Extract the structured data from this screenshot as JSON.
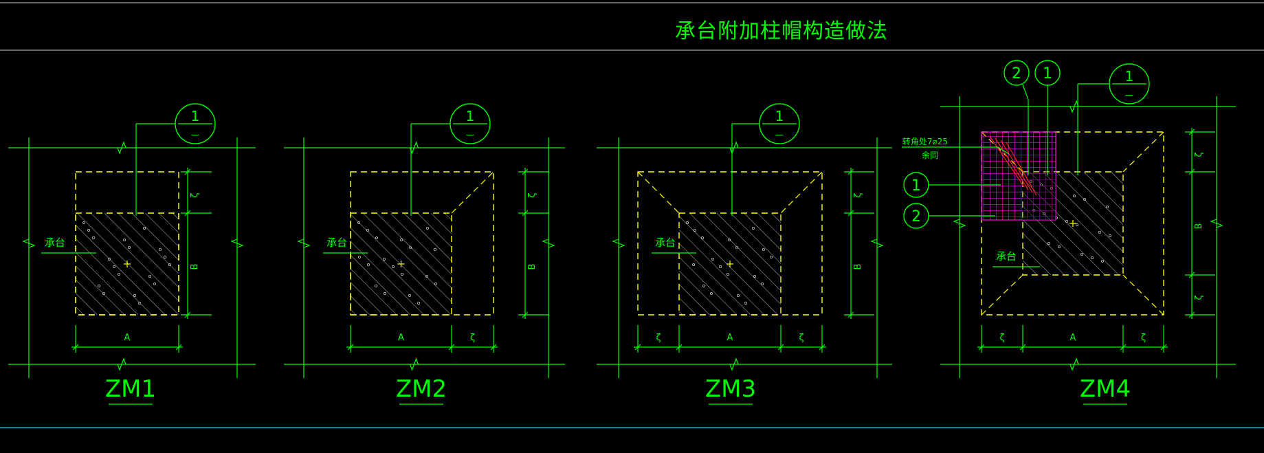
{
  "drawing": {
    "title": "承台附加柱帽构造做法",
    "colors": {
      "background": "#000000",
      "line": "#00ff00",
      "outline": "#ffff00",
      "hatch": "#c8c8c8",
      "rebar": "#ff00ff",
      "section_cut": "#ff2020",
      "frame_bottom": "#00bcd4"
    }
  },
  "panels": [
    {
      "name": "ZM1",
      "cap_label": "承台",
      "callout": {
        "top": "1",
        "bottom": "—"
      },
      "dims": {
        "bottom": [
          "A"
        ],
        "right": [
          "ζ",
          "B"
        ]
      }
    },
    {
      "name": "ZM2",
      "cap_label": "承台",
      "callout": {
        "top": "1",
        "bottom": "—"
      },
      "dims": {
        "bottom": [
          "A",
          "ζ"
        ],
        "right": [
          "ζ",
          "B"
        ]
      }
    },
    {
      "name": "ZM3",
      "cap_label": "承台",
      "callout": {
        "top": "1",
        "bottom": "—"
      },
      "dims": {
        "bottom": [
          "ζ",
          "A",
          "ζ"
        ],
        "right": [
          "ζ",
          "B"
        ]
      }
    },
    {
      "name": "ZM4",
      "cap_label": "承台",
      "callout": {
        "top": "1",
        "bottom": "—"
      },
      "dims": {
        "bottom": [
          "ζ",
          "A",
          "ζ"
        ],
        "right": [
          "ζ",
          "B",
          "ζ"
        ]
      },
      "rebar_note_1": "转角处7⌀25",
      "rebar_note_2": "余同",
      "bubble_top_1": "2",
      "bubble_top_2": "1",
      "bubble_left_1": "1",
      "bubble_left_2": "2"
    }
  ]
}
